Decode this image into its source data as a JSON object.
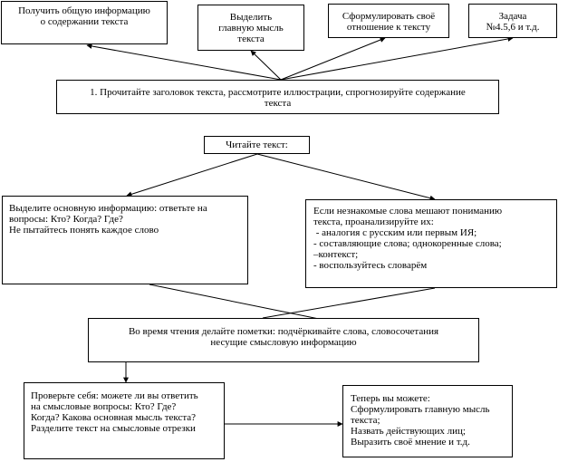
{
  "top_boxes": {
    "general_info": [
      "Получить общую информацию",
      "о содержании текста"
    ],
    "main_idea": [
      "Выделить",
      "главную мысль",
      "текста"
    ],
    "attitude": [
      "Сформулировать своё",
      "отношение к тексту"
    ],
    "task": [
      "Задача",
      "№4.5,6 и т.д."
    ]
  },
  "step1": [
    "1. Прочитайте заголовок текста, рассмотрите иллюстрации,  спрогнозируйте содержание",
    "текста"
  ],
  "read": [
    "Читайте текст:"
  ],
  "left_mid": [
    "Выделите основную информацию: ответьте на",
    "вопросы: Кто? Когда? Где?",
    "Не пытайтесь понять каждое слово"
  ],
  "right_mid": [
    "Если незнакомые слова мешают пониманию",
    "текста, проанализируйте их:",
    " - аналогия с русским или первым ИЯ;",
    "- составляющие слова; однокоренные слова;",
    "–контекст;",
    "- воспользуйтесь словарём"
  ],
  "during": [
    "Во время чтения делайте пометки: подчёркивайте слова, словосочетания",
    "несущие смысловую информацию"
  ],
  "check": [
    "Проверьте себя: можете ли вы ответить",
    "на смысловые вопросы: Кто? Где?",
    "Когда? Какова основная мысль текста?",
    "Разделите текст на смысловые отрезки"
  ],
  "now": [
    "Теперь вы можете:",
    "Сформулировать главную мысль",
    "текста;",
    "Назвать действующих лиц;",
    "Выразить своё мнение и т.д."
  ]
}
